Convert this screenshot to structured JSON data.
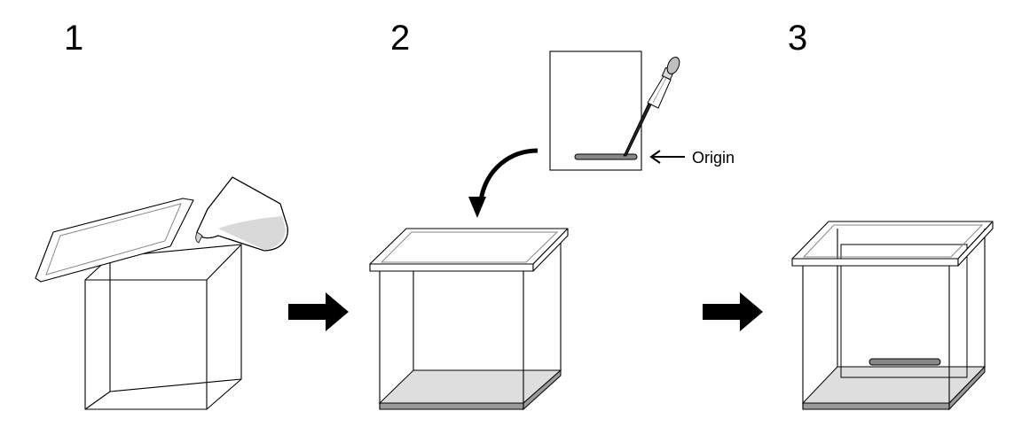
{
  "steps": {
    "step1": {
      "label": "1"
    },
    "step2": {
      "label": "2"
    },
    "step3": {
      "label": "3"
    }
  },
  "annotations": {
    "origin_label": "Origin"
  }
}
